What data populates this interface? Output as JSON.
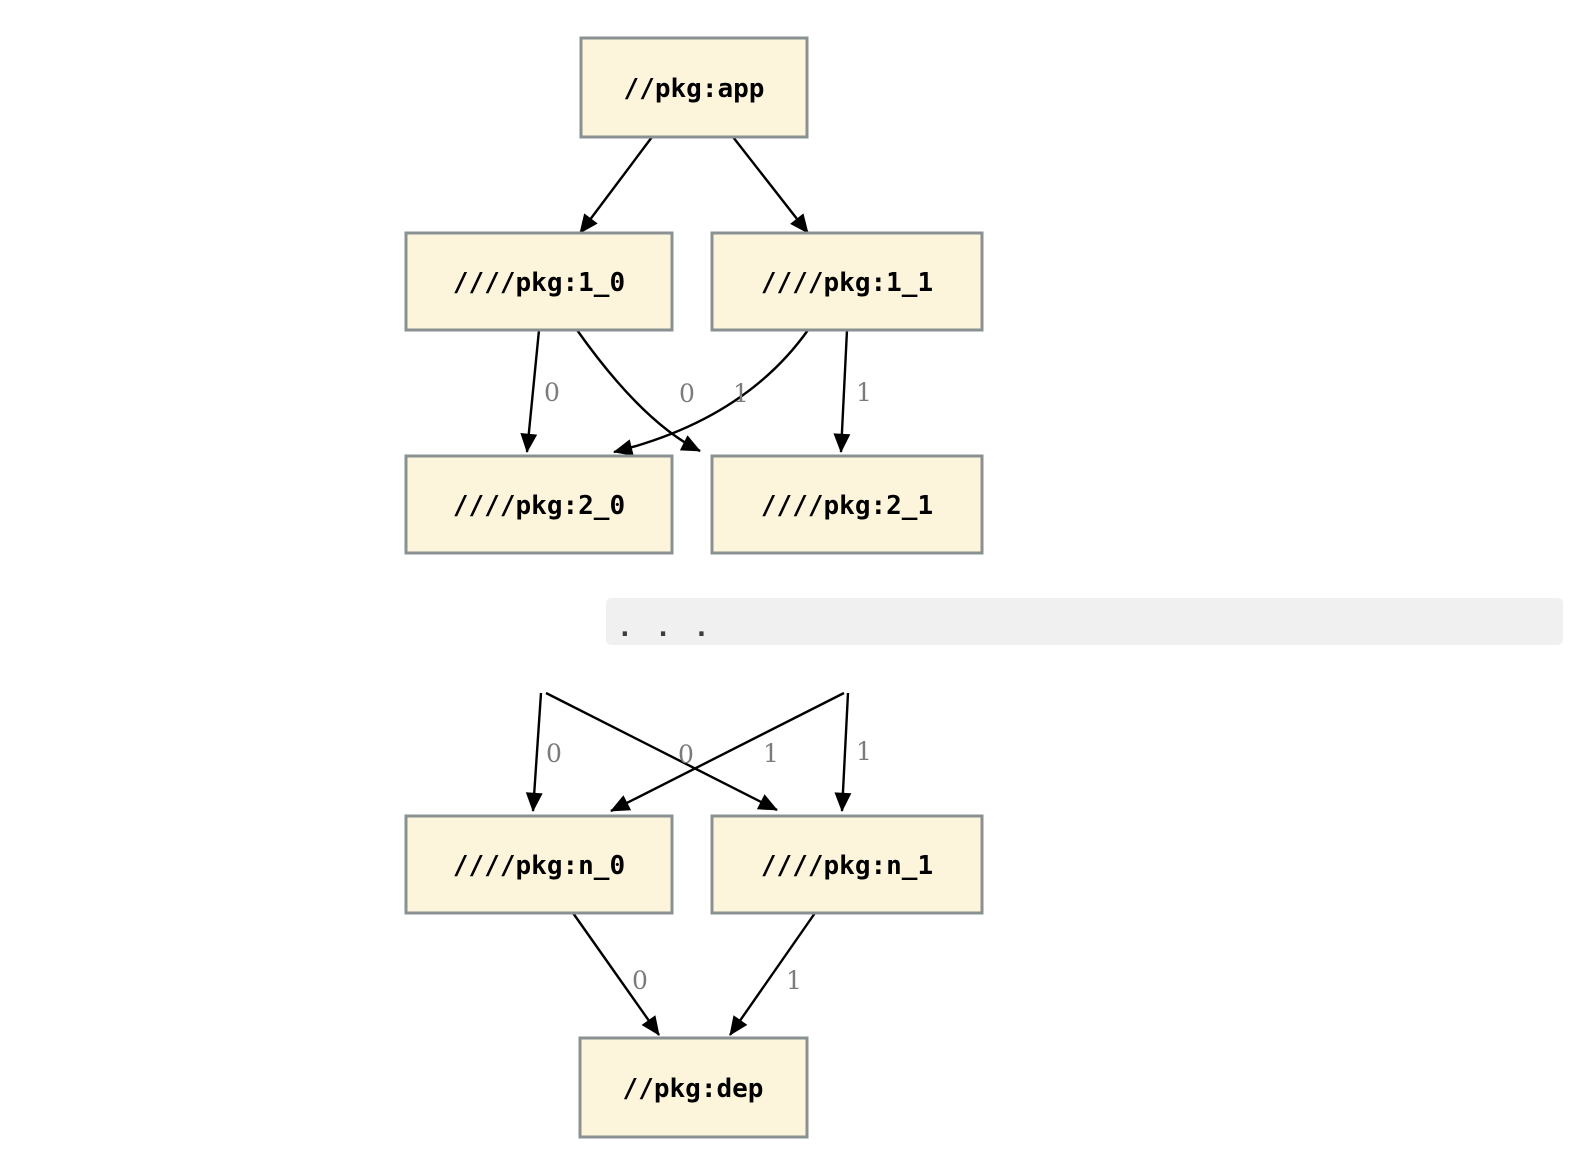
{
  "diagram": {
    "nodes": {
      "app": {
        "label": "//pkg:app"
      },
      "v1_0": {
        "label": "////pkg:1_0"
      },
      "v1_1": {
        "label": "////pkg:1_1"
      },
      "v2_0": {
        "label": "////pkg:2_0"
      },
      "v2_1": {
        "label": "////pkg:2_1"
      },
      "vn_0": {
        "label": "////pkg:n_0"
      },
      "vn_1": {
        "label": "////pkg:n_1"
      },
      "dep": {
        "label": "//pkg:dep"
      }
    },
    "ellipsis": ". . .",
    "edge_labels": {
      "u_left": "0",
      "u_cross_into_2_0": "0",
      "u_cross_into_2_1": "1",
      "u_right": "1",
      "m_left": "0",
      "m_cross_into_n_0": "0",
      "m_cross_into_n_1": "1",
      "m_right": "1",
      "b_left": "0",
      "b_right": "1"
    },
    "colors": {
      "node_fill": "#fcf5dc",
      "node_border": "#8a9192",
      "edge": "#000000",
      "edge_label": "#7b7b7b",
      "band_fill": "#f0f0f0",
      "background": "#ffffff"
    }
  }
}
